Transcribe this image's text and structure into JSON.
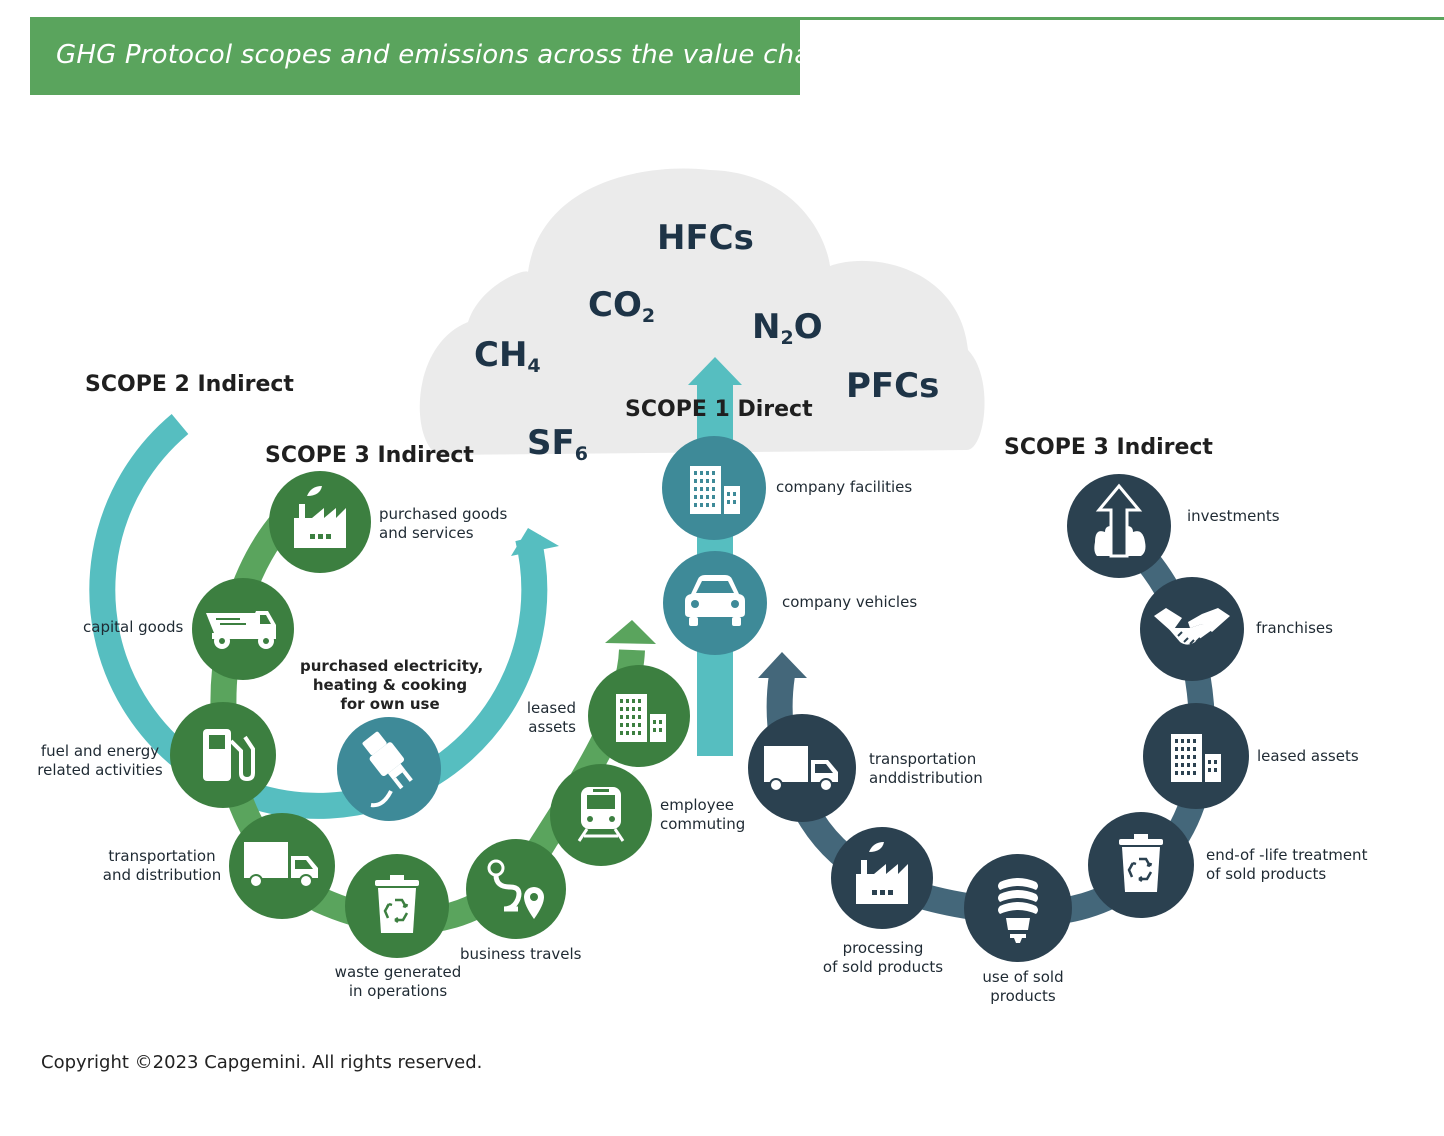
{
  "title": "GHG Protocol scopes and emissions across the value chain",
  "copyright": "Copyright ©2023 Capgemini.  All rights reserved.",
  "colors": {
    "green": "#5aa45d",
    "teal": "#56bec0",
    "dark_teal": "#3e8a98",
    "navy": "#2b4150",
    "slate": "#44677a",
    "cloud": "#ebebeb"
  },
  "cloud": {
    "gases": {
      "hfcs": "HFCs",
      "co2": "CO",
      "co2_sub": "2",
      "n2o_n": "N",
      "n2o_sub": "2",
      "n2o_o": "O",
      "ch4": "CH",
      "ch4_sub": "4",
      "pfcs": "PFCs",
      "sf6": "SF",
      "sf6_sub": "6"
    }
  },
  "scopes": {
    "scope1": "SCOPE 1 Direct",
    "scope2": "SCOPE 2 Indirect",
    "scope3_upstream": "SCOPE 3 Indirect",
    "scope3_downstream": "SCOPE 3 Indirect"
  },
  "scope1_items": [
    {
      "label": "company facilities",
      "icon": "building-icon"
    },
    {
      "label": "company vehicles",
      "icon": "car-icon"
    }
  ],
  "scope2_item": {
    "line1": "purchased electricity,",
    "line2": "heating & cooking",
    "line3": "for own use",
    "icon": "plug-icon"
  },
  "upstream_items": [
    {
      "line1": "purchased goods",
      "line2": "and services",
      "icon": "factory-icon"
    },
    {
      "line1": "capital goods",
      "icon": "dump-truck-icon"
    },
    {
      "line1": "fuel and energy",
      "line2": "related activities",
      "icon": "fuel-pump-icon"
    },
    {
      "line1": "transportation",
      "line2": "and distribution",
      "icon": "truck-icon"
    },
    {
      "line1": "waste generated",
      "line2": "in operations",
      "icon": "recycle-bin-icon"
    },
    {
      "line1": "business travels",
      "icon": "route-icon"
    },
    {
      "line1": "employee",
      "line2": "commuting",
      "icon": "train-icon"
    },
    {
      "line1": "leased",
      "line2": "assets",
      "icon": "building-icon"
    }
  ],
  "downstream_items": [
    {
      "line1": "transportation",
      "line2": "anddistribution",
      "icon": "truck-icon"
    },
    {
      "line1": "processing",
      "line2": "of sold products",
      "icon": "factory-icon"
    },
    {
      "line1": "use of sold",
      "line2": "products",
      "icon": "bulb-icon"
    },
    {
      "line1": "end-of -life treatment",
      "line2": "of sold products",
      "icon": "recycle-bin-icon"
    },
    {
      "line1": "leased assets",
      "icon": "building-icon"
    },
    {
      "line1": "franchises",
      "icon": "handshake-icon"
    },
    {
      "line1": "investments",
      "icon": "investment-arrow-icon"
    }
  ]
}
